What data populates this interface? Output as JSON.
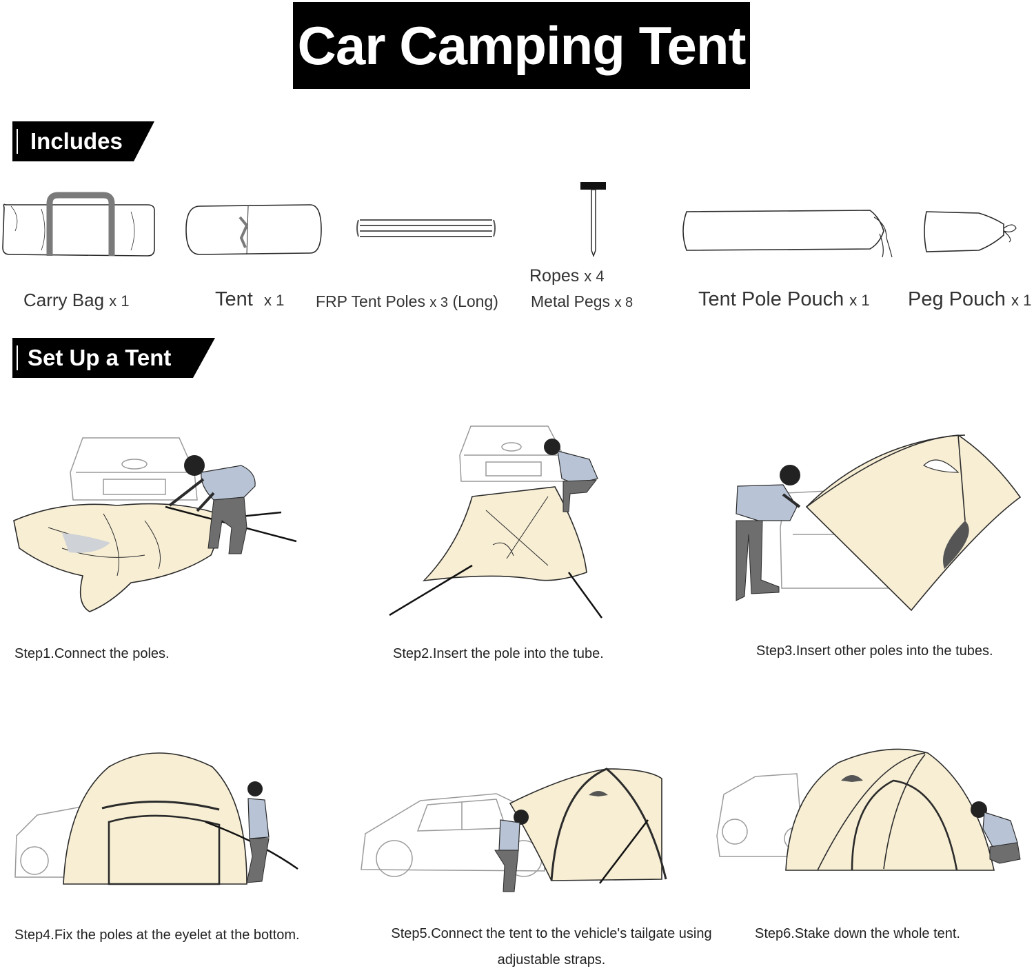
{
  "title": "Car Camping Tent",
  "includes": {
    "heading": "Includes",
    "items": [
      {
        "name": "Carry Bag",
        "qty": "x 1"
      },
      {
        "name": "Tent",
        "qty": "x 1"
      },
      {
        "name": "FRP Tent Poles",
        "qty": "x 3",
        "note": "(Long)"
      },
      {
        "name": "Ropes",
        "qty": "x 4"
      },
      {
        "name": "Metal Pegs",
        "qty": "x 8"
      },
      {
        "name": "Tent Pole Pouch",
        "qty": "x 1"
      },
      {
        "name": "Peg Pouch",
        "qty": "x 1"
      }
    ]
  },
  "setup": {
    "heading": "Set Up a Tent",
    "steps": [
      {
        "caption": "Step1.Connect the poles."
      },
      {
        "caption": "Step2.Insert the pole into the tube."
      },
      {
        "caption": "Step3.Insert other poles into the tubes."
      },
      {
        "caption": "Step4.Fix the poles at the eyelet at the bottom."
      },
      {
        "caption": "Step5.Connect the tent to the vehicle's tailgate using adjustable straps."
      },
      {
        "caption": "Step6.Stake down the whole tent."
      }
    ]
  },
  "colors": {
    "tent_fabric": "#f7eed4",
    "outline": "#2b2b2b",
    "car_outline": "#9a9a9a",
    "shirt": "#b8c4d6",
    "pants": "#6e6e6e",
    "handle": "#7a7a7a"
  }
}
